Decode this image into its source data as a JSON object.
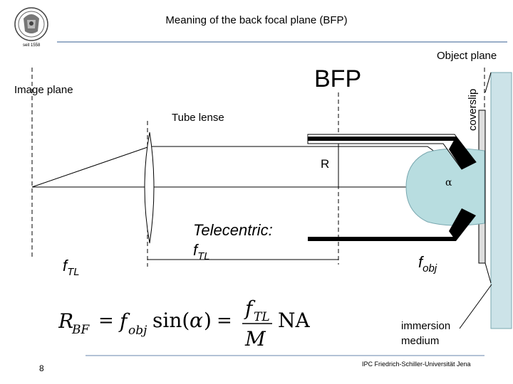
{
  "title": "Meaning of the back focal plane (BFP)",
  "slide_number": "8",
  "footer": "IPC Friedrich-Schiller-Universität Jena",
  "seal": {
    "caption": "seit 1558"
  },
  "labels": {
    "image_plane": "Image plane",
    "bfp": "BFP",
    "object_plane": "Object plane",
    "coverslip": "coverslip",
    "tube_lense": "Tube lense",
    "r": "R",
    "alpha": "α",
    "telecentric_line1": "Telecentric:",
    "telecentric_f": "f",
    "telecentric_sub": "TL",
    "f_tl": "f",
    "f_tl_sub": "TL",
    "f_obj": "f",
    "f_obj_sub": "obj",
    "immersion_line1": "immersion",
    "immersion_line2": "medium"
  },
  "formula": {
    "r": "R",
    "r_sub": "BF",
    "eq1": "=",
    "f1": "f",
    "f1_sub": "obj",
    "sin": "sin(",
    "alpha": "α",
    "close": ")",
    "eq2": "=",
    "num_f": "f",
    "num_sub": "TL",
    "den": "M",
    "na": "NA"
  },
  "colors": {
    "accent_line": "#9aaec8",
    "drop_fill": "#b8dde0",
    "drop_stroke": "#7aa8b0",
    "slide_fill": "#cce3e8",
    "objective_fill": "#dedede"
  }
}
